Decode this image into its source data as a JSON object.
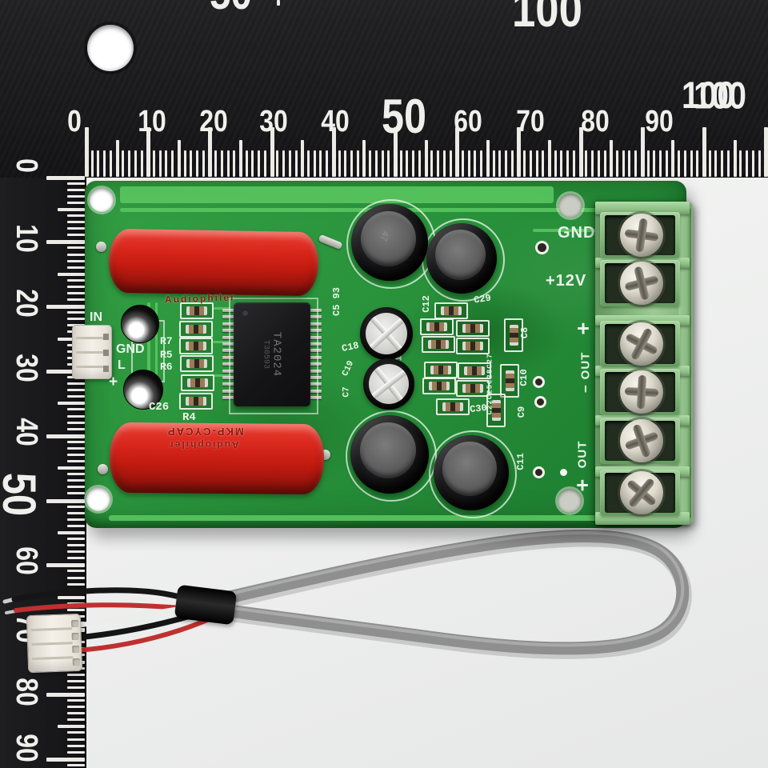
{
  "rulers": {
    "top_edge": {
      "fifty": "50",
      "hundred": "100",
      "hundred_right": "100"
    },
    "top": {
      "labels": [
        "0",
        "10",
        "20",
        "30",
        "40",
        "50",
        "60",
        "70",
        "80",
        "90",
        "100"
      ]
    },
    "left": {
      "labels": [
        "0",
        "10",
        "20",
        "30",
        "40",
        "50",
        "60",
        "70",
        "80",
        "90"
      ]
    }
  },
  "board": {
    "silkscreen": {
      "in": "IN",
      "gnd_in": "GND",
      "l": "L",
      "plus_in": "+",
      "r7": "R7",
      "r5": "R5",
      "r6": "R6",
      "c26": "C26",
      "r4": "R4",
      "c5": "C5 93",
      "c18": "C18",
      "c19": "C19",
      "c7": "C7",
      "c13": "C13",
      "c12": "C12",
      "c29": "C29",
      "c30": "C30",
      "c22chain": "C22C25C28C27",
      "c8": "C8",
      "c10": "C10",
      "c9": "C9",
      "c11": "C11",
      "gnd": "GND",
      "v12": "+12V",
      "out_a_plus": "+",
      "out_a": "OUT",
      "out_a_minus": "−",
      "out_b": "OUT",
      "out_b_plus": "+"
    },
    "chip": {
      "line1": "TA2024",
      "line2": "T30593"
    },
    "red_cap_top_text": "Audiophiler",
    "red_cap_bottom_text1": "MKP-CYCAP",
    "red_cap_bottom_text2": "Audiophiler",
    "big_cap_marking": "47",
    "colors": {
      "pcb_green": "#2a943c",
      "trace_green": "#58c45e",
      "cap_red": "#d7251a",
      "terminal_green": "#8abc82",
      "silkscreen": "#eaf5ea",
      "ruler_black": "#1b1b1d"
    }
  }
}
